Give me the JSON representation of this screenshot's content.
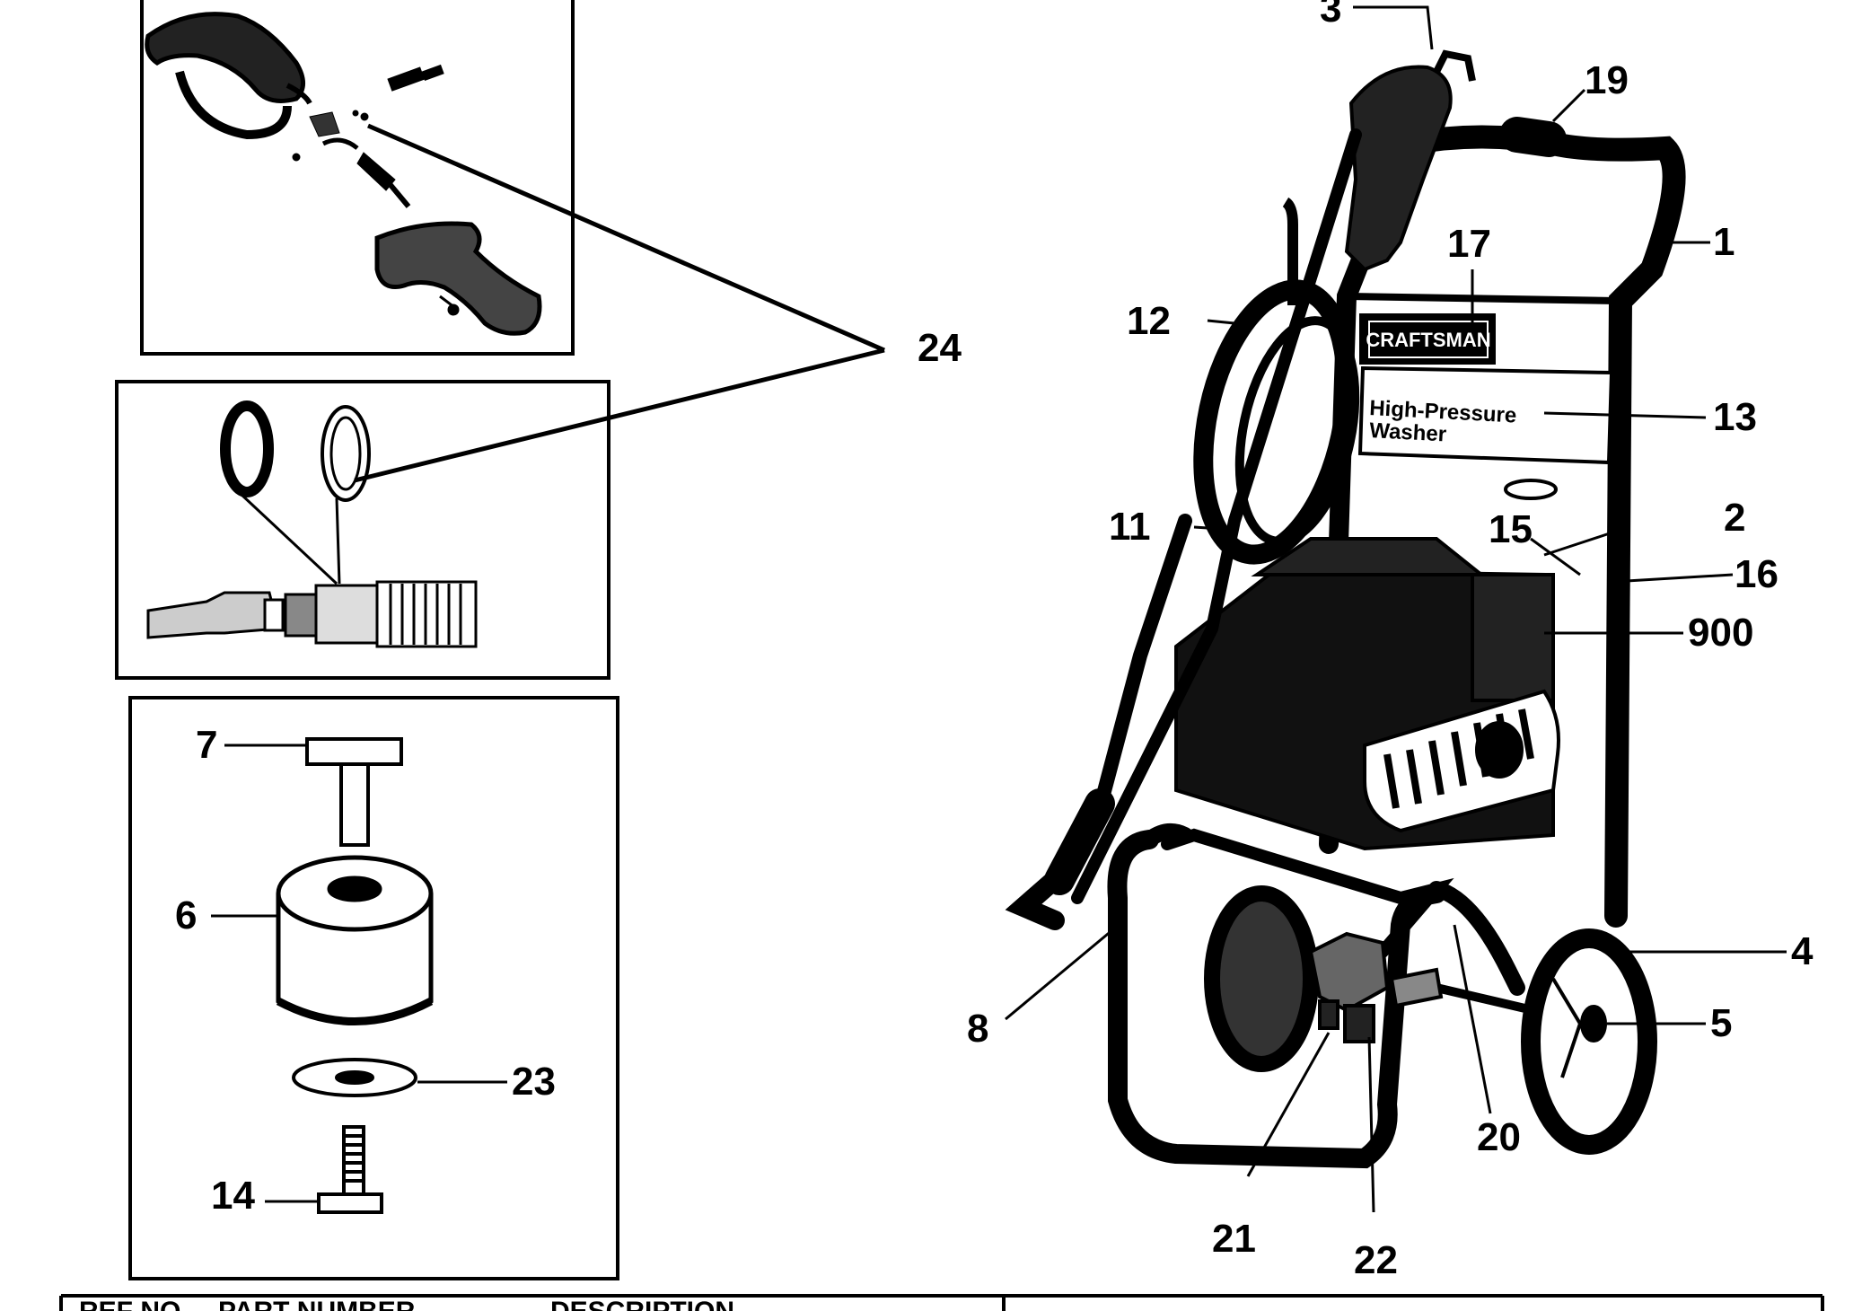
{
  "callouts": {
    "c1": "1",
    "c2": "2",
    "c3": "3",
    "c4": "4",
    "c5": "5",
    "c6": "6",
    "c7": "7",
    "c8": "8",
    "c11": "11",
    "c12": "12",
    "c13": "13",
    "c14": "14",
    "c15": "15",
    "c16": "16",
    "c17": "17",
    "c19": "19",
    "c20": "20",
    "c21": "21",
    "c22": "22",
    "c23": "23",
    "c24": "24",
    "c900": "900"
  },
  "decal": {
    "brand": "CRAFTSMAN",
    "title_line1": "High-Pressure",
    "title_line2": "Washer"
  },
  "table_header": {
    "ref_no": "REF NO.",
    "part_number": "PART NUMBER",
    "description": "DESCRIPTION"
  }
}
